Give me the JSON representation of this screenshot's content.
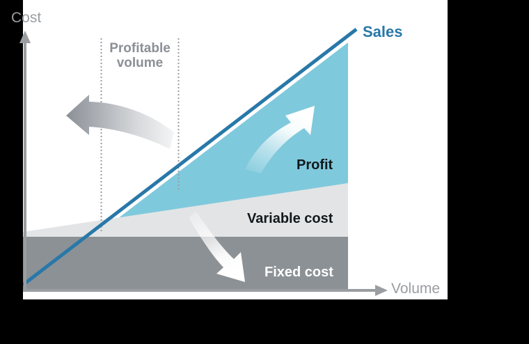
{
  "figure": {
    "background_color": "#000000",
    "canvas_color": "#ffffff",
    "axis_color": "#9a9da1"
  },
  "axes": {
    "y_axis_label": "Cost",
    "x_axis_label": "Volume",
    "y_axis_icon": "up-arrow-axis-icon",
    "x_axis_icon": "right-arrow-axis-icon"
  },
  "series_labels": {
    "sales": "Sales",
    "profit": "Profit",
    "variable_cost": "Variable cost",
    "fixed_cost": "Fixed cost",
    "profitable_volume": "Profitable\nvolume",
    "profitable_volume_line1": "Profitable",
    "profitable_volume_line2": "volume"
  },
  "colors": {
    "sales_line": "#2878a8",
    "profit_fill": "#7fc9dc",
    "variable_cost_fill": "#e2e4e6",
    "fixed_cost_fill": "#8c9196",
    "label_gray": "#9a9da1",
    "label_dark": "#13181c",
    "label_white": "#ffffff",
    "arrow_gray_dark": "#8b9096",
    "arrow_gray_light": "#e9eaec",
    "dotted_line": "#9a9da1"
  },
  "annotations": [
    {
      "name": "profitable-volume-arrow",
      "direction": "left",
      "style": "curved gradient gray arrow"
    },
    {
      "name": "profit-growth-arrow",
      "direction": "up-right",
      "style": "curved white gradient arrow"
    },
    {
      "name": "fixed-cost-arrow",
      "direction": "down-right",
      "style": "curved white gradient arrow"
    }
  ],
  "chart_data": {
    "type": "area",
    "title": "",
    "subtitle": "",
    "xlabel": "Volume",
    "ylabel": "Cost",
    "grid": false,
    "legend": "inline-labels",
    "xlim": [
      0,
      500
    ],
    "ylim": [
      0,
      430
    ],
    "notes": "Break-even / cost-volume-profit chart. Stacked bands: fixed cost (flat), variable cost (sloping up), profit (blue wedge above total cost up to sales line). Sales revenue line crosses total cost at the break-even point.",
    "break_even_point": {
      "x": 148,
      "y": 330
    },
    "series": [
      {
        "name": "Sales",
        "type": "line",
        "color": "#2878a8",
        "points": [
          [
            33,
            409
          ],
          [
            512,
            42
          ]
        ]
      },
      {
        "name": "Fixed cost",
        "type": "band",
        "color": "#8c9196",
        "top_points": [
          [
            33,
            340
          ],
          [
            500,
            340
          ]
        ],
        "bottom_points": [
          [
            33,
            418
          ],
          [
            500,
            418
          ]
        ]
      },
      {
        "name": "Variable cost",
        "type": "band",
        "color": "#e2e4e6",
        "top_points": [
          [
            33,
            333
          ],
          [
            500,
            263
          ]
        ],
        "bottom_points": [
          [
            33,
            340
          ],
          [
            500,
            340
          ]
        ]
      },
      {
        "name": "Profit",
        "type": "band",
        "color": "#7fc9dc",
        "top_points": [
          [
            148,
            330
          ],
          [
            500,
            61
          ]
        ],
        "bottom_points": [
          [
            148,
            330
          ],
          [
            500,
            263
          ]
        ]
      }
    ],
    "reference_lines": [
      {
        "name": "profitable-volume-start",
        "orientation": "vertical",
        "x": 145,
        "y_from": 55,
        "y_to": 332,
        "style": "dotted"
      },
      {
        "name": "profitable-volume-end",
        "orientation": "vertical",
        "x": 256,
        "y_from": 55,
        "y_to": 272,
        "style": "dotted"
      }
    ]
  }
}
